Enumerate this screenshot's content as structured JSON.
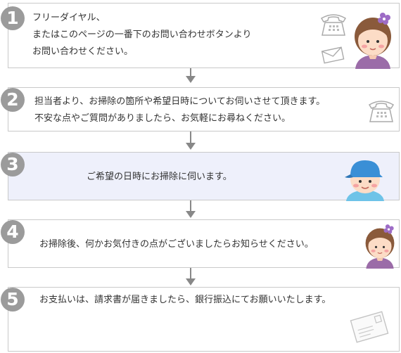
{
  "steps": [
    {
      "number": "1",
      "lines": [
        "フリーダイヤル、",
        "またはこのページの一番下のお問い合わせボタンより",
        "お問い合わせください。"
      ],
      "illustrations": [
        "telephone-icon",
        "envelope-icon",
        "girl-avatar"
      ]
    },
    {
      "number": "2",
      "lines": [
        "担当者より、お掃除の箇所や希望日時についてお伺いさせて頂きます。",
        "不安な点やご質問がありましたら、お気軽にお尋ねください。"
      ],
      "illustrations": [
        "telephone-icon"
      ]
    },
    {
      "number": "3",
      "lines": [
        "ご希望の日時にお掃除に伺います。"
      ],
      "illustrations": [
        "worker-avatar"
      ]
    },
    {
      "number": "4",
      "lines": [
        "お掃除後、何かお気付きの点がございましたらお知らせください。"
      ],
      "illustrations": [
        "girl-avatar"
      ]
    },
    {
      "number": "5",
      "lines": [
        "お支払いは、請求書が届きましたら、銀行振込にてお願いいたします。"
      ],
      "illustrations": [
        "postcard-icon"
      ]
    }
  ],
  "colors": {
    "border": "#c9c9c9",
    "number_badge": "#9b9b9b",
    "highlight_bg": "#eef0fb",
    "arrow": "#888888"
  }
}
